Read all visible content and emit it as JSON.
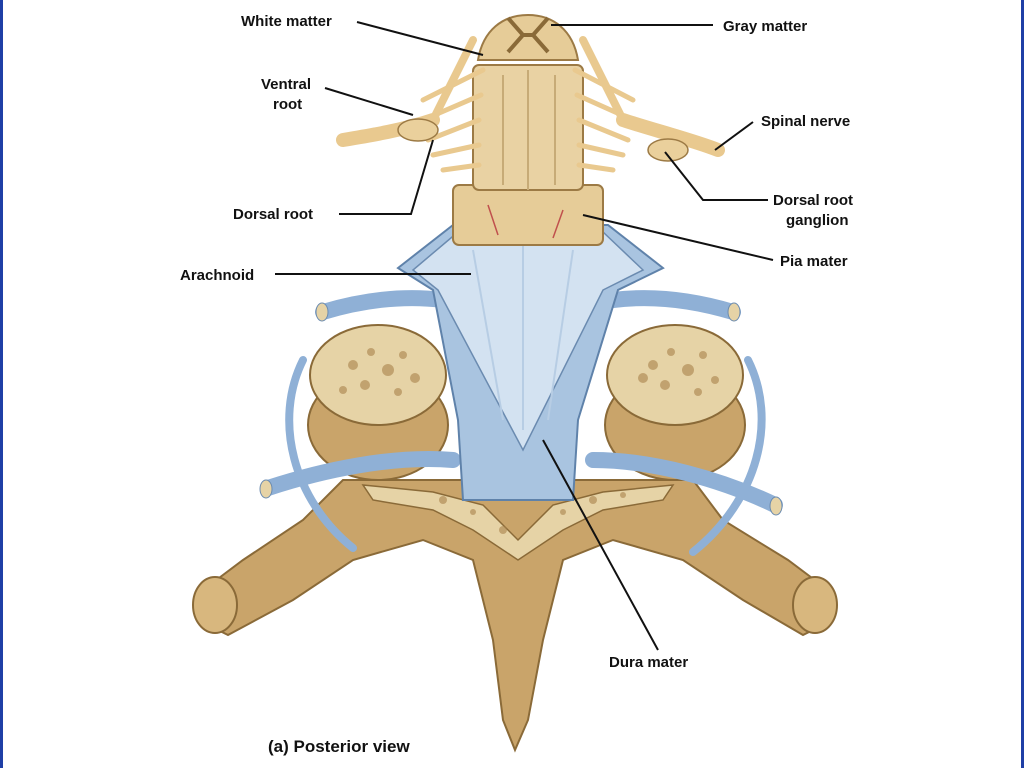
{
  "labels": {
    "white_matter": "White matter",
    "gray_matter": "Gray matter",
    "ventral_root_1": "Ventral",
    "ventral_root_2": "root",
    "spinal_nerve": "Spinal nerve",
    "dorsal_root": "Dorsal root",
    "dorsal_root_ganglion_1": "Dorsal root",
    "dorsal_root_ganglion_2": "ganglion",
    "pia_mater": "Pia mater",
    "arachnoid": "Arachnoid",
    "dura_mater": "Dura mater"
  },
  "caption": "(a) Posterior view",
  "colors": {
    "bone": "#c9a46a",
    "bone_dark": "#a9834c",
    "spongy": "#e6d3a6",
    "nerve": "#e9c98f",
    "cord": "#e6cc98",
    "meninges": "#a9c4e0",
    "meninges_light": "#cfe0f0",
    "frame": "#1f3fa6"
  }
}
